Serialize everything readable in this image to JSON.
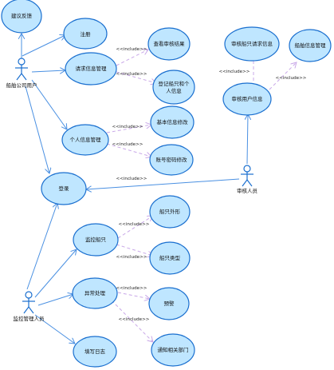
{
  "actors": {
    "ship_user": "船舶公司用户",
    "reviewer": "审核人员",
    "monitor": "监控管理人员"
  },
  "use_cases": {
    "feedback": "建议反馈",
    "register": "注册",
    "apply": "请求信息管理",
    "view_result": "查看审核结果",
    "register_ship_1": "登记船只和个",
    "register_ship_2": "人信息",
    "personal": "个人信息管理",
    "basic_info": "基本信息修改",
    "password": "账号密码修改",
    "login": "登录",
    "review_ship_user": "审核用户信息",
    "review_request": "审核船只请求信息",
    "ship_info_mgmt": "船舶信息管理",
    "monitor_ship": "监控船只",
    "ship_appearance": "船只外形",
    "ship_type": "船只类型",
    "exception": "异常处理",
    "alarm": "预警",
    "notify": "通知相关部门",
    "log": "填写日志"
  },
  "include_label": "<<include>>"
}
